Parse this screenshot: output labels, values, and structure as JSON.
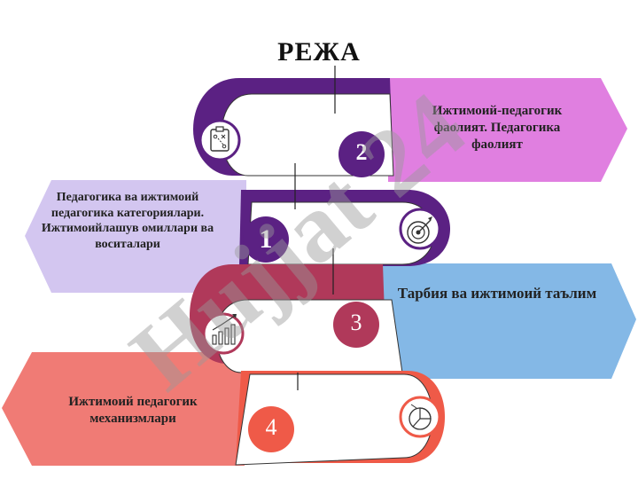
{
  "title": "РЕЖА",
  "watermark": "Hujjat 24",
  "colors": {
    "purple": "#5b2183",
    "violet_arrow": "#e07fe0",
    "lavender_arrow": "#d3c6f0",
    "crimson": "#b0395a",
    "blue_arrow": "#84b8e6",
    "salmon": "#f07b75",
    "red_ribbon": "#ef5a48"
  },
  "steps": [
    {
      "number": "1",
      "text": "Педагогика ва ижтимоий педагогика категориялари. Ижтимоийлашув омиллари ва воситалари",
      "icon": "target-icon"
    },
    {
      "number": "2",
      "text": "Ижтимоий-педагогик фаолият. Педагогика фаолият",
      "icon": "clipboard-plan-icon"
    },
    {
      "number": "3",
      "text": "Тарбия ва ижтимоий таълим",
      "icon": "growth-chart-icon"
    },
    {
      "number": "4",
      "text": "Ижтимоий педагогик механизмлари",
      "icon": "pie-chart-icon"
    }
  ]
}
